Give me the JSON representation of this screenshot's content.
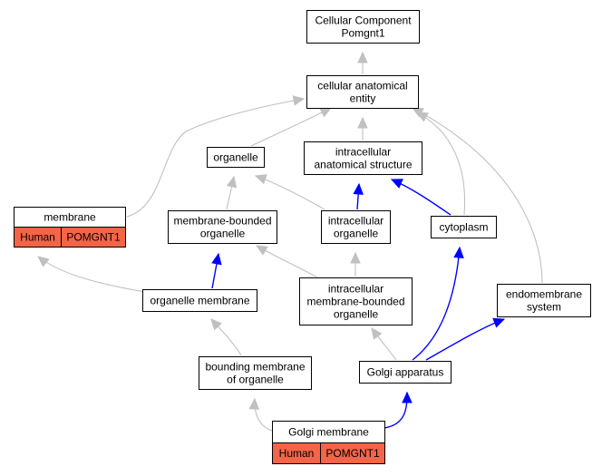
{
  "colors": {
    "gray_edge": "#c0c0c0",
    "blue_edge": "#0000ff",
    "annotation_fill": "#f46446",
    "node_border": "#000000"
  },
  "nodes": {
    "cc_pomgnt1": {
      "lines": [
        "Cellular Component",
        "Pomgnt1"
      ]
    },
    "cellular_anatomical_entity": {
      "lines": [
        "cellular anatomical",
        "entity"
      ]
    },
    "organelle": {
      "lines": [
        "organelle"
      ]
    },
    "intracellular_anatomical_structure": {
      "lines": [
        "intracellular",
        "anatomical structure"
      ]
    },
    "membrane": {
      "lines": [
        "membrane"
      ],
      "annotations": [
        "Human",
        "POMGNT1"
      ]
    },
    "membrane_bounded_organelle": {
      "lines": [
        "membrane-bounded",
        "organelle"
      ]
    },
    "intracellular_organelle": {
      "lines": [
        "intracellular",
        "organelle"
      ]
    },
    "cytoplasm": {
      "lines": [
        "cytoplasm"
      ]
    },
    "organelle_membrane": {
      "lines": [
        "organelle membrane"
      ]
    },
    "intracellular_membrane_bounded_organelle": {
      "lines": [
        "intracellular",
        "membrane-bounded",
        "organelle"
      ]
    },
    "endomembrane_system": {
      "lines": [
        "endomembrane",
        "system"
      ]
    },
    "bounding_membrane_of_organelle": {
      "lines": [
        "bounding membrane",
        "of organelle"
      ]
    },
    "golgi_apparatus": {
      "lines": [
        "Golgi apparatus"
      ]
    },
    "golgi_membrane": {
      "lines": [
        "Golgi membrane"
      ],
      "annotations": [
        "Human",
        "POMGNT1"
      ]
    }
  },
  "edges": [
    {
      "from": "cellular_anatomical_entity",
      "to": "cc_pomgnt1",
      "color": "gray"
    },
    {
      "from": "organelle",
      "to": "cellular_anatomical_entity",
      "color": "gray"
    },
    {
      "from": "intracellular_anatomical_structure",
      "to": "cellular_anatomical_entity",
      "color": "gray"
    },
    {
      "from": "membrane",
      "to": "cellular_anatomical_entity",
      "color": "gray"
    },
    {
      "from": "cytoplasm",
      "to": "cellular_anatomical_entity",
      "color": "gray"
    },
    {
      "from": "endomembrane_system",
      "to": "cellular_anatomical_entity",
      "color": "gray"
    },
    {
      "from": "membrane_bounded_organelle",
      "to": "organelle",
      "color": "gray"
    },
    {
      "from": "intracellular_organelle",
      "to": "organelle",
      "color": "gray"
    },
    {
      "from": "intracellular_organelle",
      "to": "intracellular_anatomical_structure",
      "color": "blue"
    },
    {
      "from": "cytoplasm",
      "to": "intracellular_anatomical_structure",
      "color": "blue"
    },
    {
      "from": "organelle_membrane",
      "to": "membrane",
      "color": "gray"
    },
    {
      "from": "organelle_membrane",
      "to": "membrane_bounded_organelle",
      "color": "blue"
    },
    {
      "from": "intracellular_membrane_bounded_organelle",
      "to": "membrane_bounded_organelle",
      "color": "gray"
    },
    {
      "from": "intracellular_membrane_bounded_organelle",
      "to": "intracellular_organelle",
      "color": "gray"
    },
    {
      "from": "bounding_membrane_of_organelle",
      "to": "organelle_membrane",
      "color": "gray"
    },
    {
      "from": "golgi_apparatus",
      "to": "intracellular_membrane_bounded_organelle",
      "color": "gray"
    },
    {
      "from": "golgi_apparatus",
      "to": "cytoplasm",
      "color": "blue"
    },
    {
      "from": "golgi_apparatus",
      "to": "endomembrane_system",
      "color": "blue"
    },
    {
      "from": "golgi_membrane",
      "to": "bounding_membrane_of_organelle",
      "color": "gray"
    },
    {
      "from": "golgi_membrane",
      "to": "golgi_apparatus",
      "color": "blue"
    }
  ]
}
